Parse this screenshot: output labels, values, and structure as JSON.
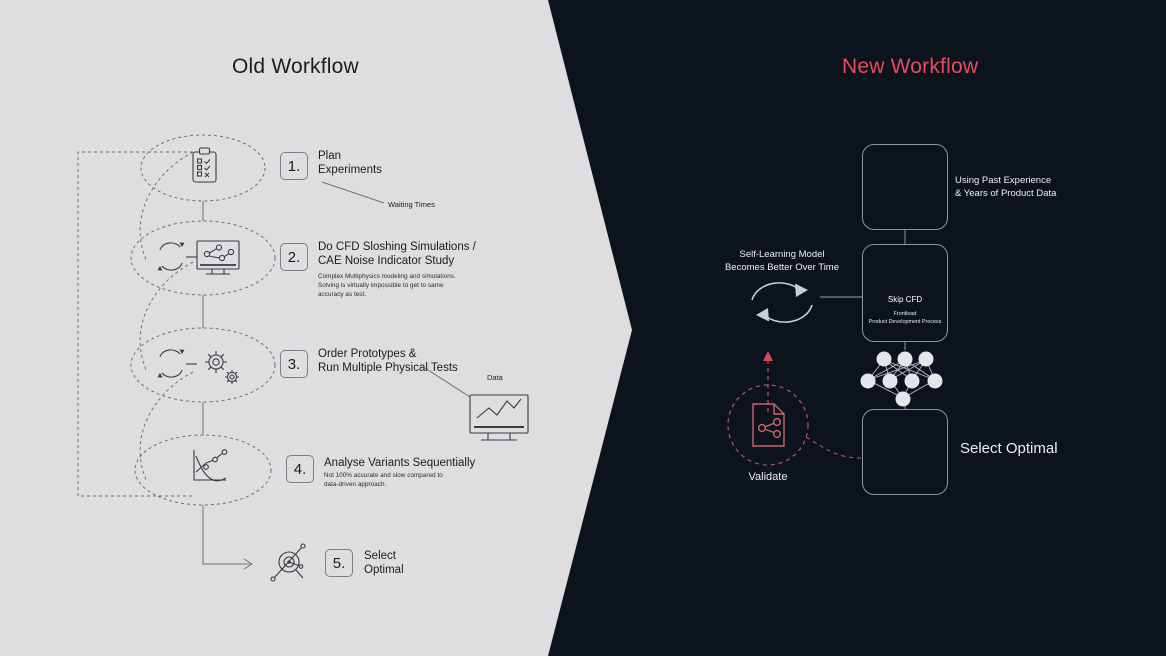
{
  "colors": {
    "dark_bg": "#0d131c",
    "light_panel": "#dedee0",
    "accent_red": "#e84b5e",
    "muted_red": "#a8555f",
    "line_gray": "#6f7076",
    "card_border": "#8e95a0"
  },
  "left": {
    "title": "Old Workflow",
    "steps": [
      {
        "number": "1.",
        "title": "Plan\nExperiments",
        "desc": "",
        "icon": "clipboard-checklist-icon"
      },
      {
        "number": "2.",
        "title": "Do CFD Sloshing Simulations /\nCAE Noise Indicator Study",
        "desc": "Complex Multiphysics modeling and simulations.\nSolving is virtually impossible to get to same\naccuracy as test.",
        "icon": "loop-monitor-network-icon"
      },
      {
        "number": "3.",
        "title": "Order Prototypes &\nRun Multiple Physical Tests",
        "desc": "",
        "icon": "loop-gears-icon"
      },
      {
        "number": "4.",
        "title": "Analyse Variants Sequentially",
        "desc": "Not 100% accurate and slow compared to\ndata-driven approach.",
        "icon": "scatter-curve-chart-icon"
      },
      {
        "number": "5.",
        "title": "Select\nOptimal",
        "desc": "",
        "icon": "magnifier-optimize-icon"
      }
    ],
    "annotations": {
      "waiting_times": "Waiting Times",
      "data": "Data"
    }
  },
  "right": {
    "title": "New Workflow",
    "past_data_label": "Using Past Experience\n& Years of Product Data",
    "self_learning_label": "Self-Learning Model\nBecomes Better Over Time",
    "validate_label": "Validate",
    "select_optimal_label": "Select Optimal",
    "skip_cfd": {
      "title": "Skip CFD",
      "subtitle": "Frontload\nProduct Development Process"
    },
    "icons": {
      "monitor_chart": "monitor-chart-icon",
      "monolith_logo": "monolith-m-logo-icon",
      "neural_net": "neural-network-icon",
      "magnifier_optimize": "magnifier-optimize-icon",
      "refresh_loop": "refresh-loop-icon",
      "document_share": "document-share-icon"
    }
  }
}
